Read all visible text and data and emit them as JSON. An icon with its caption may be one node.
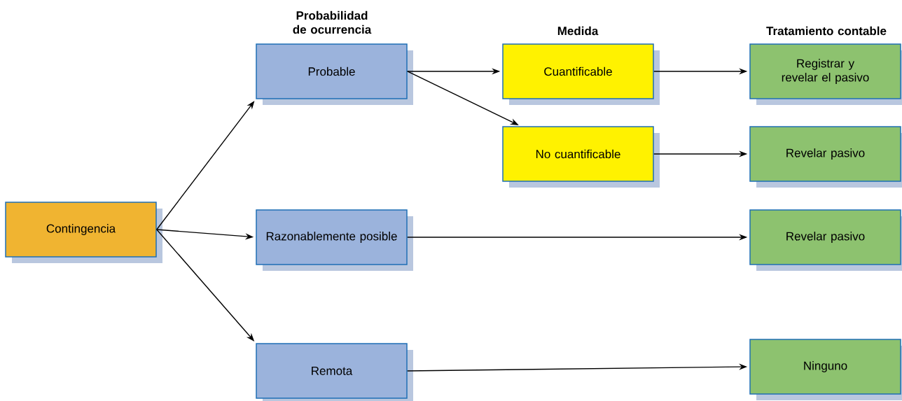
{
  "diagram": {
    "nodes": [
      {
        "text": [
          "Contingencia"
        ]
      },
      {
        "text": [
          "Probable"
        ]
      },
      {
        "text": [
          "Razonablemente posible"
        ]
      },
      {
        "text": [
          "Remota"
        ]
      },
      {
        "text": [
          "Cuantificable"
        ]
      },
      {
        "text": [
          "No cuantificable"
        ]
      },
      {
        "text": [
          "Registrar y revelar el pasivo"
        ]
      },
      {
        "text": [
          "Revelar pasivo"
        ]
      },
      {
        "text": [
          "Revelar pasivo"
        ]
      },
      {
        "text": [
          "Ninguno"
        ]
      }
    ],
    "edges": [
      {
        "from": 0,
        "to": 1,
        "arrow": "to"
      },
      {
        "from": 0,
        "to": 2,
        "arrow": "to"
      },
      {
        "from": 0,
        "to": 3,
        "arrow": "to"
      },
      {
        "from": 1,
        "to": 4,
        "arrow": "to"
      },
      {
        "from": 1,
        "to": 5,
        "arrow": "to"
      },
      {
        "from": 4,
        "to": 6,
        "arrow": "to"
      },
      {
        "from": 5,
        "to": 7,
        "arrow": "to"
      },
      {
        "from": 2,
        "to": 8,
        "arrow": "to"
      },
      {
        "from": 3,
        "to": 9,
        "arrow": "to"
      }
    ],
    "labels": [
      "Probabilidad de ocurrencia",
      "Medida",
      "Tratamiento contable"
    ]
  }
}
